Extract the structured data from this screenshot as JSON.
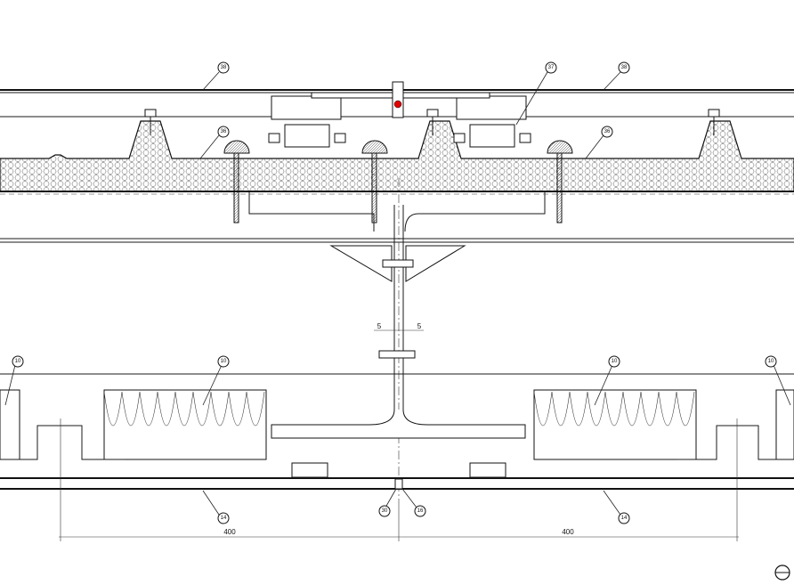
{
  "drawing": {
    "callouts": [
      {
        "id": "c38a",
        "label": "38"
      },
      {
        "id": "c37",
        "label": "37"
      },
      {
        "id": "c38b",
        "label": "38"
      },
      {
        "id": "c36a",
        "label": "36"
      },
      {
        "id": "c36b",
        "label": "36"
      },
      {
        "id": "c10a",
        "label": "10"
      },
      {
        "id": "c10b",
        "label": "10"
      },
      {
        "id": "c10c",
        "label": "10"
      },
      {
        "id": "c10d",
        "label": "10"
      },
      {
        "id": "c14a",
        "label": "14"
      },
      {
        "id": "c14b",
        "label": "14"
      },
      {
        "id": "c30",
        "label": "30"
      },
      {
        "id": "c16",
        "label": "16"
      }
    ],
    "dimensions": {
      "left_span": "400",
      "right_span": "400",
      "gap_left": "5",
      "gap_right": "5"
    },
    "accent_color": "#e00000",
    "corner_symbol": "section-marker-icon"
  }
}
